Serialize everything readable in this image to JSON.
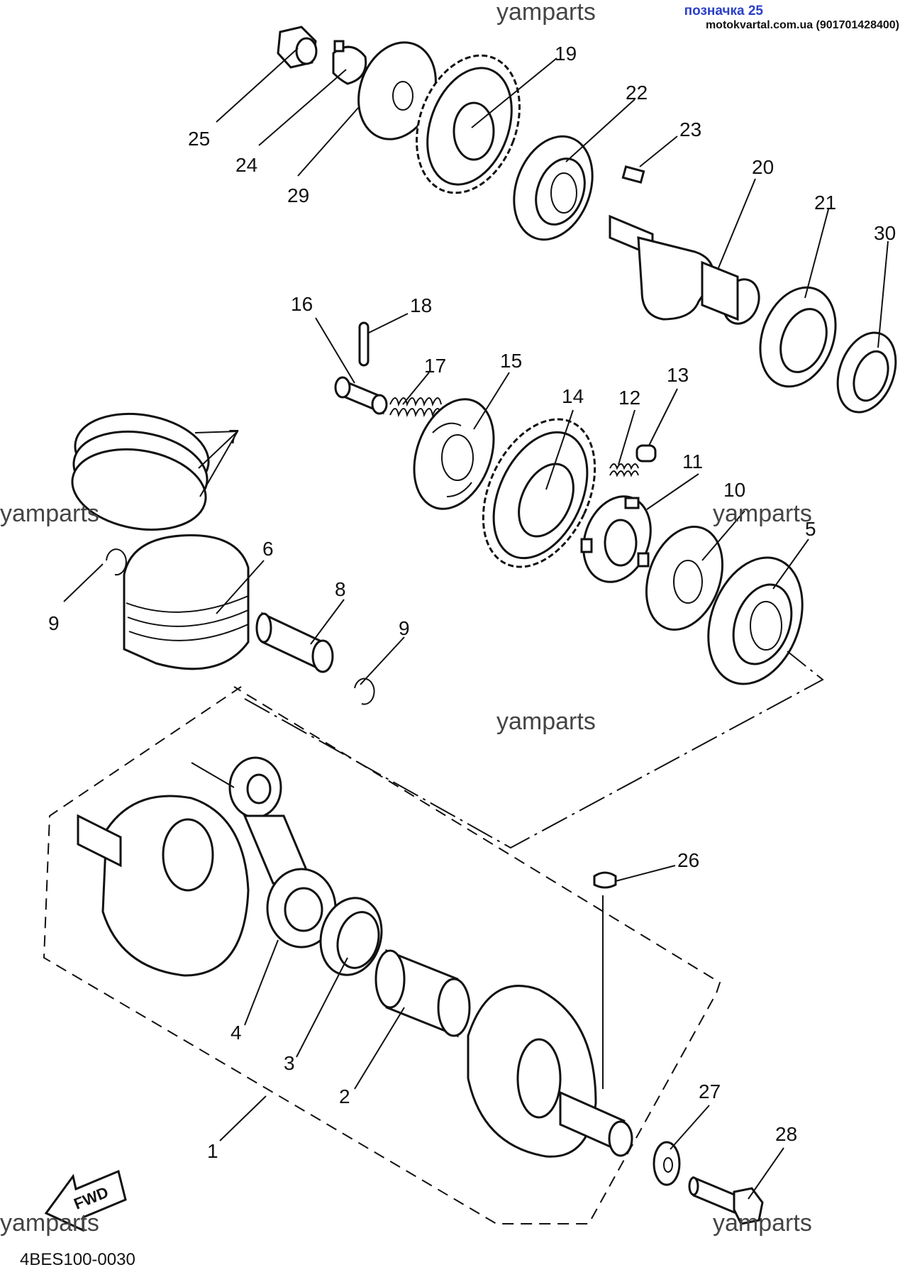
{
  "header": {
    "tag": "позначка 25",
    "site": "motokvartal.com.ua (901701428400)"
  },
  "watermarks": [
    "yamparts",
    "yamparts",
    "yamparts",
    "yamparts",
    "yamparts",
    "yamparts"
  ],
  "diagram_code": "4BES100-0030",
  "fwd_label": "FWD",
  "callouts": [
    "1",
    "2",
    "3",
    "4",
    "5",
    "6",
    "7",
    "8",
    "9",
    "9",
    "10",
    "11",
    "12",
    "13",
    "14",
    "15",
    "16",
    "17",
    "18",
    "19",
    "20",
    "21",
    "22",
    "23",
    "24",
    "25",
    "26",
    "27",
    "28",
    "29",
    "30"
  ]
}
